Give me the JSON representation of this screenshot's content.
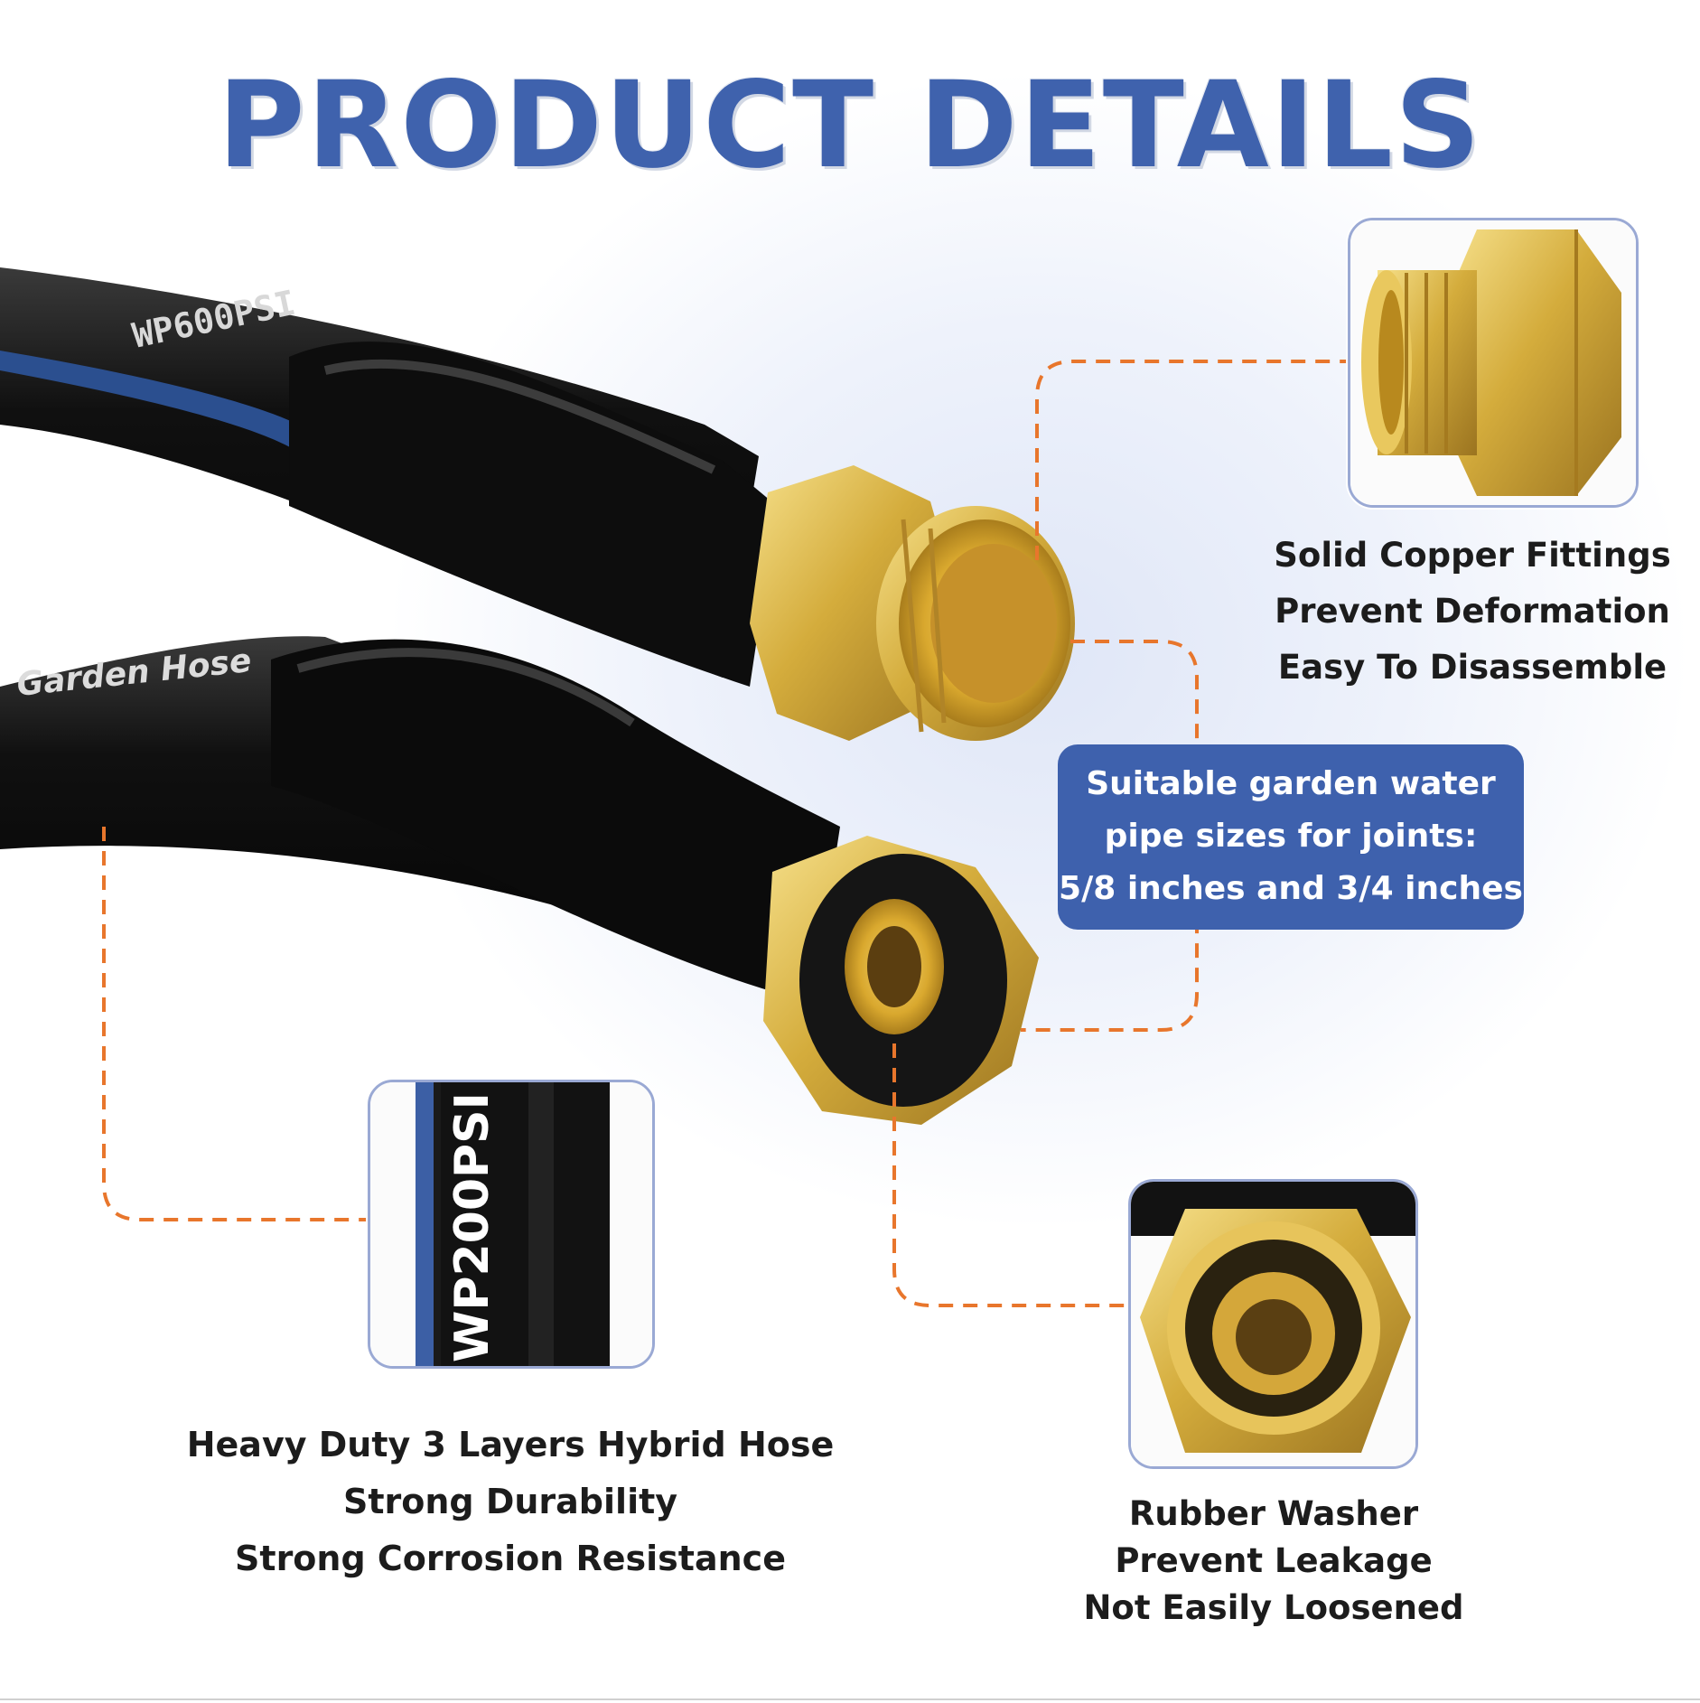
{
  "title": "PRODUCT DETAILS",
  "callouts": {
    "fittings": [
      "Solid Copper Fittings",
      "Prevent  Deformation",
      "Easy To Disassemble"
    ],
    "sizes": [
      "Suitable garden water",
      "pipe sizes for joints:",
      "5/8 inches and 3/4 inches"
    ],
    "hose": [
      "Heavy Duty 3 Layers Hybrid Hose",
      "Strong Durability",
      "Strong Corrosion Resistance"
    ],
    "washer": [
      "Rubber  Washer",
      "Prevent  Leakage",
      "Not Easily Loosened"
    ]
  },
  "hose_prints": {
    "upper": "WP600PSI",
    "lower": "Garden  Hose",
    "inset": "WP200PSI"
  },
  "colors": {
    "brand_blue": "#3e61ad",
    "title_blue": "#3f62ad",
    "connector_orange": "#e8762c",
    "brass": "#d9b64a",
    "hose_black": "#141414"
  },
  "icons": [
    "brass-male-fitting-image",
    "brass-female-fitting-image",
    "hose-closeup-image",
    "rubber-washer-image"
  ]
}
